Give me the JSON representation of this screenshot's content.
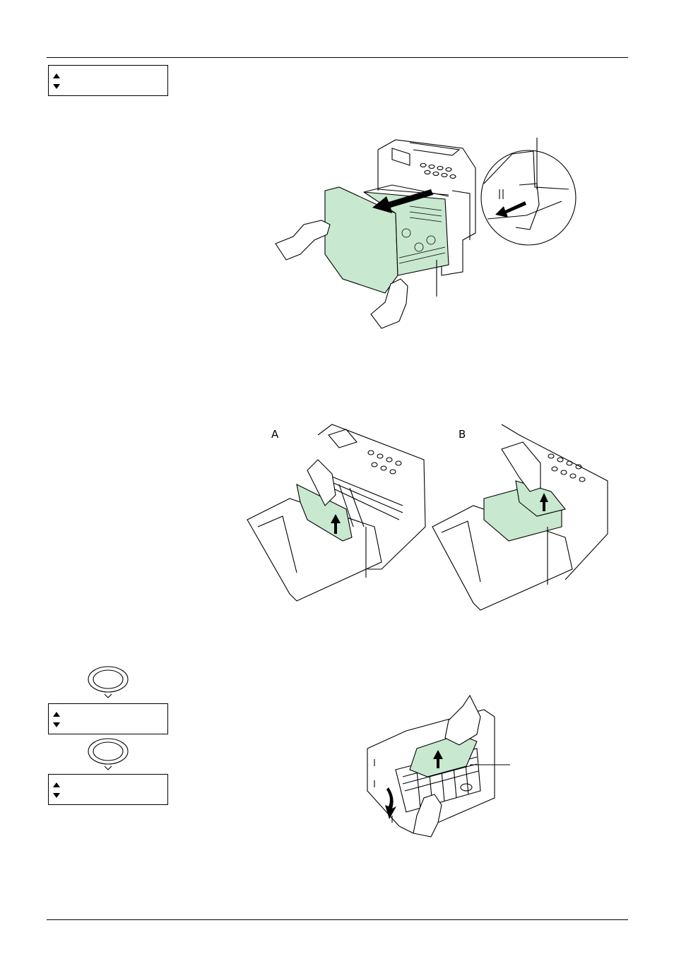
{
  "panels": [
    {
      "id": "panel-1",
      "up_icon": "triangle-up-icon",
      "down_icon": "triangle-down-icon"
    },
    {
      "id": "panel-2",
      "up_icon": "triangle-up-icon",
      "down_icon": "triangle-down-icon"
    },
    {
      "id": "panel-3",
      "up_icon": "triangle-up-icon",
      "down_icon": "triangle-down-icon"
    }
  ],
  "ok_buttons": [
    {
      "icon": "ok-button-icon"
    },
    {
      "icon": "ok-button-icon"
    }
  ],
  "figures": {
    "remove_cassette": {
      "icon": "printer-pull-cassette-illustration"
    },
    "remove_jam": {
      "label_a": "A",
      "label_b": "B",
      "icon": "printer-remove-jammed-paper-illustration"
    },
    "rear_cover": {
      "icon": "printer-rear-cover-paper-removal-illustration"
    }
  },
  "colors": {
    "paper_fill": "#c8e8cf",
    "line": "#000000"
  }
}
